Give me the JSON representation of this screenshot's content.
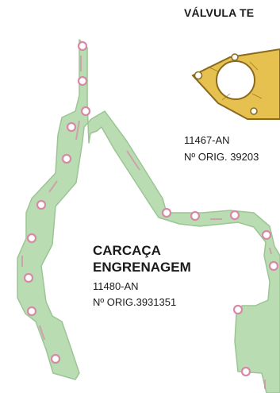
{
  "products": [
    {
      "title": "VÁLVULA TE",
      "code": "11467-AN",
      "orig": "Nº ORIG. 39203"
    },
    {
      "title_line1": "CARCAÇA",
      "title_line2": "ENGRENAGEM",
      "code": "11480-AN",
      "orig": "Nº ORIG.3931351"
    }
  ],
  "colors": {
    "gasket_green": "#b9dcb3",
    "gasket_outline": "#9cc594",
    "seal_pink": "#d68aa6",
    "valve_gasket_yellow": "#e6c14f",
    "valve_gasket_outline": "#8a6a1e"
  }
}
